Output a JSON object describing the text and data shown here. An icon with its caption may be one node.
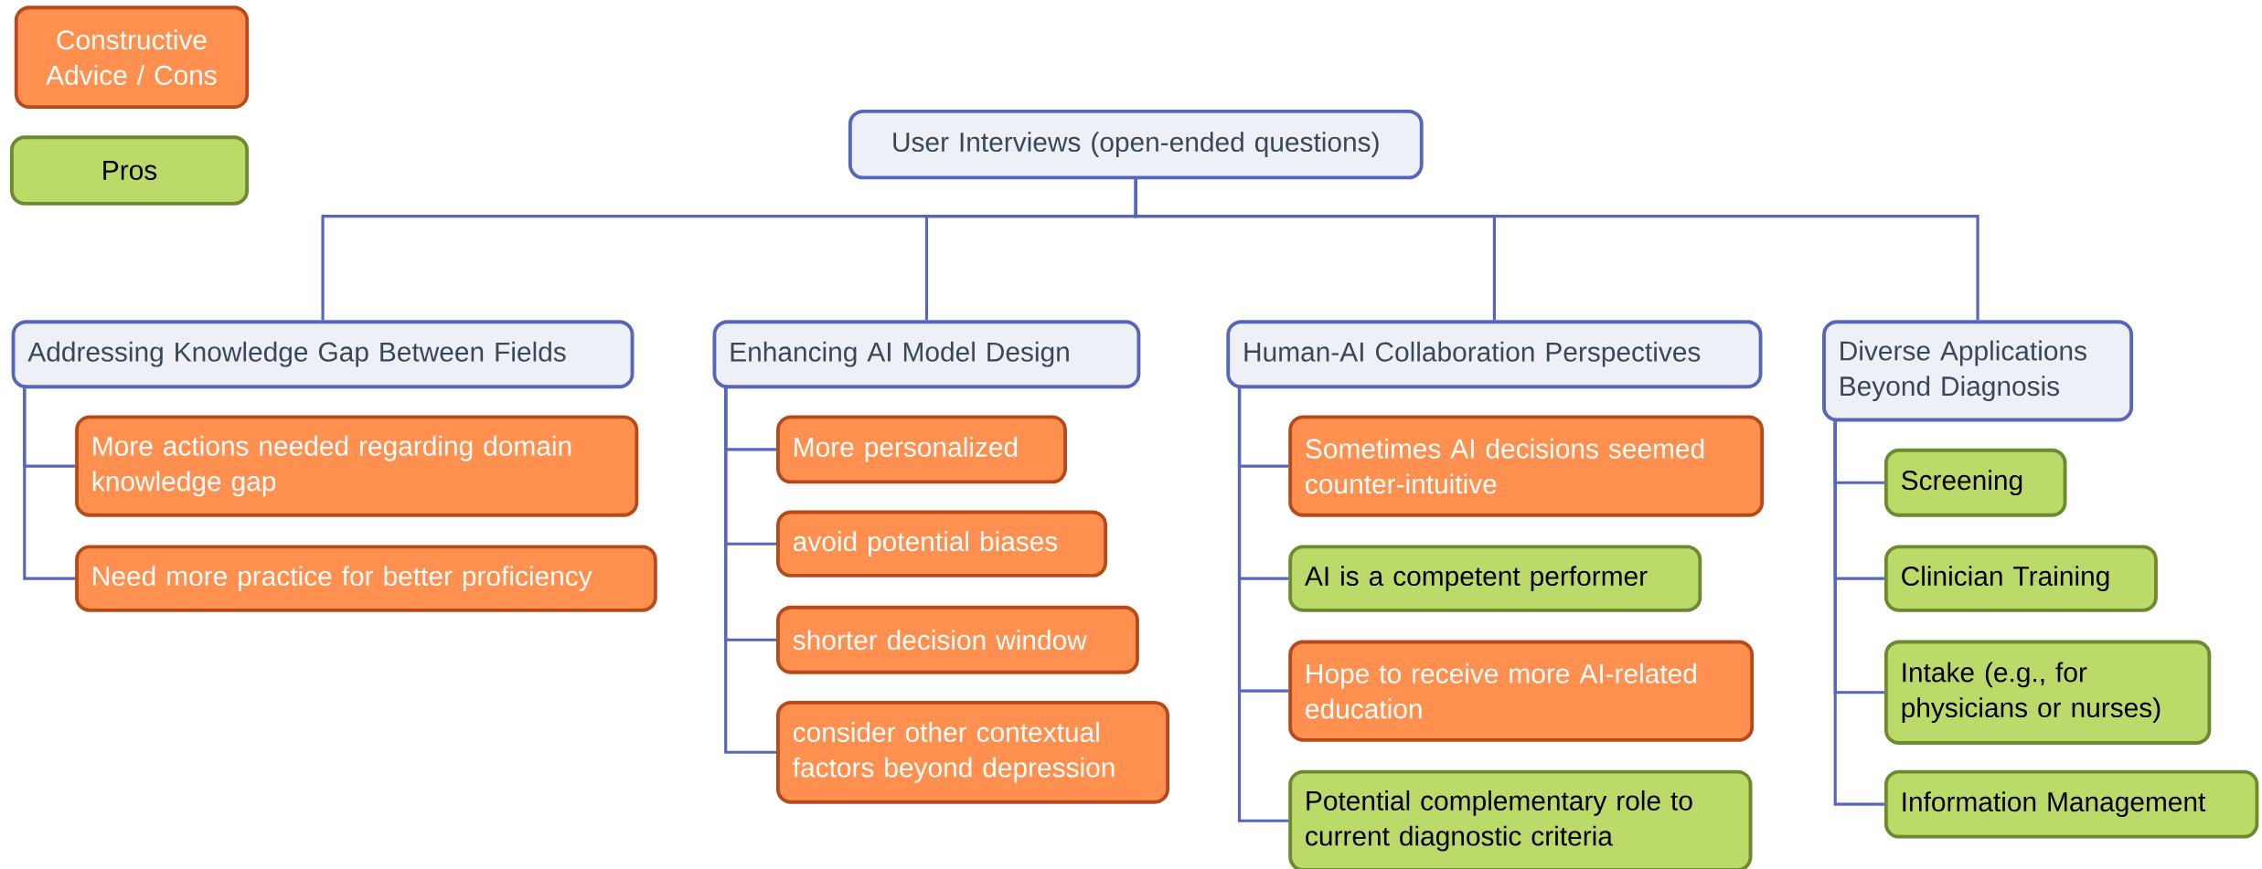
{
  "diagram": {
    "nodes": [
      {
        "text": [
          "User Interviews (open-ended questions)"
        ]
      },
      {
        "text": [
          "Addressing Knowledge Gap Between Fields"
        ]
      },
      {
        "text": [
          "More actions needed regarding domain knowledge gap"
        ]
      },
      {
        "text": [
          "Need more practice for better proficiency"
        ]
      },
      {
        "text": [
          "Enhancing AI Model Design"
        ]
      },
      {
        "text": [
          "More personalized"
        ]
      },
      {
        "text": [
          "avoid potential biases"
        ]
      },
      {
        "text": [
          "shorter decision window"
        ]
      },
      {
        "text": [
          "consider other contextual factors beyond depression"
        ]
      },
      {
        "text": [
          "Human-AI Collaboration Perspectives"
        ]
      },
      {
        "text": [
          "Sometimes AI decisions seemed counter-intuitive"
        ]
      },
      {
        "text": [
          "AI is a competent performer"
        ]
      },
      {
        "text": [
          "Hope to receive more AI-related education"
        ]
      },
      {
        "text": [
          "Potential complementary role to current diagnostic criteria"
        ]
      },
      {
        "text": [
          "Diverse Applications Beyond Diagnosis"
        ]
      },
      {
        "text": [
          "Screening"
        ]
      },
      {
        "text": [
          "Clinician Training"
        ]
      },
      {
        "text": [
          "Intake (e.g., for physicians or nurses)"
        ]
      },
      {
        "text": [
          "Information Management"
        ]
      }
    ],
    "edges": [
      {
        "from": 0,
        "to": 1,
        "arrow": "none"
      },
      {
        "from": 0,
        "to": 4,
        "arrow": "none"
      },
      {
        "from": 0,
        "to": 9,
        "arrow": "none"
      },
      {
        "from": 0,
        "to": 14,
        "arrow": "none"
      },
      {
        "from": 1,
        "to": 2,
        "arrow": "none"
      },
      {
        "from": 1,
        "to": 3,
        "arrow": "none"
      },
      {
        "from": 4,
        "to": 5,
        "arrow": "none"
      },
      {
        "from": 4,
        "to": 6,
        "arrow": "none"
      },
      {
        "from": 4,
        "to": 7,
        "arrow": "none"
      },
      {
        "from": 4,
        "to": 8,
        "arrow": "none"
      },
      {
        "from": 9,
        "to": 10,
        "arrow": "none"
      },
      {
        "from": 9,
        "to": 11,
        "arrow": "none"
      },
      {
        "from": 9,
        "to": 12,
        "arrow": "none"
      },
      {
        "from": 9,
        "to": 13,
        "arrow": "none"
      },
      {
        "from": 14,
        "to": 15,
        "arrow": "none"
      },
      {
        "from": 14,
        "to": 16,
        "arrow": "none"
      },
      {
        "from": 14,
        "to": 17,
        "arrow": "none"
      },
      {
        "from": 14,
        "to": 18,
        "arrow": "none"
      }
    ],
    "legend": [
      {
        "text": "Constructive Advice / Cons",
        "color": "#ff9050"
      },
      {
        "text": "Pros",
        "color": "#bbda6a"
      }
    ]
  }
}
